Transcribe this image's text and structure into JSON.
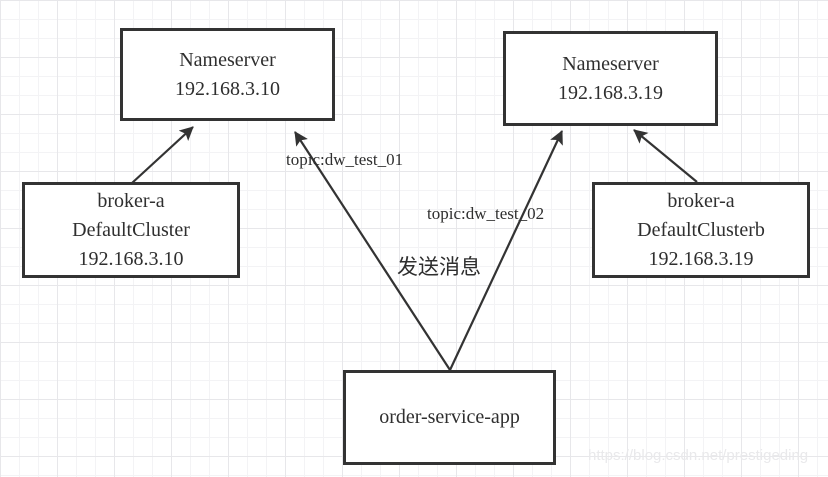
{
  "nodes": {
    "nameserver_left": {
      "line1": "Nameserver",
      "line2": "192.168.3.10"
    },
    "nameserver_right": {
      "line1": "Nameserver",
      "line2": "192.168.3.19"
    },
    "broker_left": {
      "line1": "broker-a",
      "line2": "DefaultCluster",
      "line3": "192.168.3.10"
    },
    "broker_right": {
      "line1": "broker-a",
      "line2": "DefaultClusterb",
      "line3": "192.168.3.19"
    },
    "order_service": {
      "line1": "order-service-app"
    }
  },
  "edges": [
    {
      "from": "broker_left",
      "to": "nameserver_left",
      "label": ""
    },
    {
      "from": "order_service",
      "to": "nameserver_left",
      "label": "topic:dw_test_01"
    },
    {
      "from": "order_service",
      "to": "nameserver_right",
      "label": "topic:dw_test_02"
    },
    {
      "from": "broker_right",
      "to": "nameserver_right",
      "label": ""
    }
  ],
  "labels": {
    "topic_1": "topic:dw_test_01",
    "topic_2": "topic:dw_test_02",
    "send_message": "发送消息"
  },
  "watermark": "https://blog.csdn.net/prestigeding",
  "colors": {
    "stroke": "#333333",
    "text": "#2f2f2f",
    "watermark": "#e9e9eb"
  }
}
